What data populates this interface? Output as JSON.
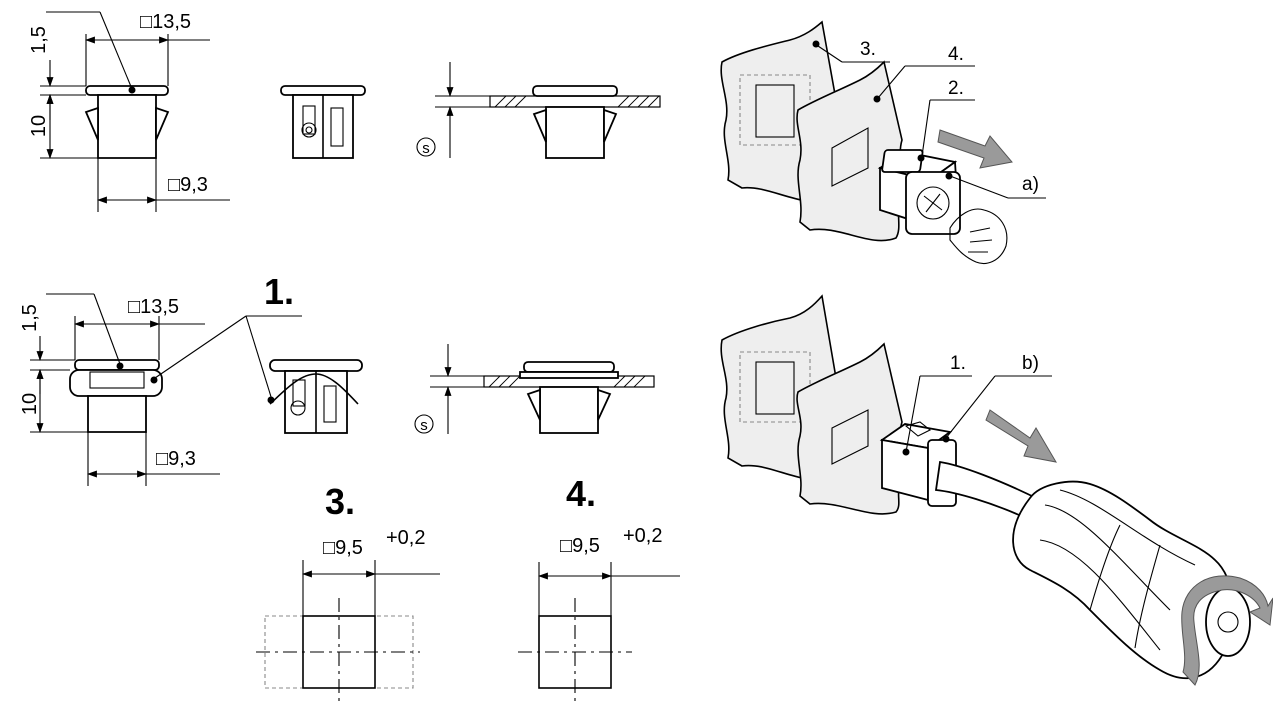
{
  "dims": {
    "flange_h": "1,5",
    "body_h": "10",
    "outer_sq": "□13,5",
    "inner_sq": "□9,3",
    "thickness_sym": "s"
  },
  "callouts": {
    "c1": "1.",
    "c2": "2.",
    "c3": "3.",
    "c4": "4.",
    "ca": "a)",
    "cb": "b)"
  },
  "cutouts": {
    "label3": "3.",
    "label4": "4.",
    "dim3": "□9,5",
    "tol3": "+0,2",
    "dim4": "□9,5",
    "tol4": "+0,2"
  }
}
